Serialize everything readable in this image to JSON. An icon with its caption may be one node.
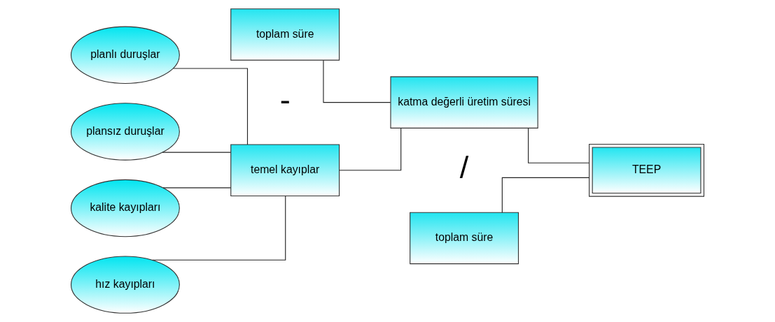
{
  "diagram": {
    "nodes": [
      {
        "text": [
          "planlı duruşlar"
        ]
      },
      {
        "text": [
          "plansız duruşlar"
        ]
      },
      {
        "text": [
          "kalite kayıpları"
        ]
      },
      {
        "text": [
          "hız kayıpları"
        ]
      },
      {
        "text": [
          "toplam süre"
        ]
      },
      {
        "text": [
          "temel kayıplar"
        ]
      },
      {
        "text": [
          "katma değerli üretim süresi"
        ]
      },
      {
        "text": [
          "toplam süre"
        ]
      },
      {
        "text": [
          "TEEP"
        ]
      }
    ],
    "edges": [
      {
        "from": 0,
        "to": 5,
        "arrow": "none"
      },
      {
        "from": 1,
        "to": 5,
        "arrow": "none"
      },
      {
        "from": 2,
        "to": 5,
        "arrow": "none"
      },
      {
        "from": 3,
        "to": 5,
        "arrow": "none"
      },
      {
        "from": 4,
        "to": 6,
        "arrow": "none"
      },
      {
        "from": 5,
        "to": 6,
        "arrow": "none"
      },
      {
        "from": 6,
        "to": 8,
        "arrow": "none"
      },
      {
        "from": 7,
        "to": 8,
        "arrow": "none"
      }
    ],
    "labels": [
      "-",
      "/"
    ]
  }
}
